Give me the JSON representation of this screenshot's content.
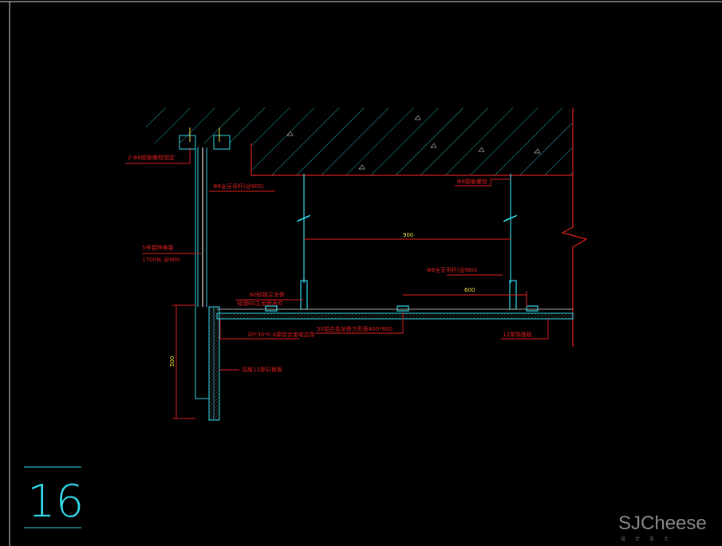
{
  "drawing": {
    "detail_number": "16",
    "labels": {
      "anchor_bolts": "2-Φ8膨胀螺栓固定",
      "rod_left": "Φ8全牙吊杆(@900)",
      "angle_steel": "5号镀锌角钢",
      "angle_steel_spec": "1700长 @900",
      "anchor_right": "Φ8膨胀螺栓",
      "rod_right": "Φ8全牙吊杆(@900)",
      "main_runner": "60轻钢主龙骨",
      "runner_hanger": "轻钢60主龙骨吊件",
      "edge_trim": "30*30*0.4厚铝合金收边条",
      "ceiling_panel": "50铝合金龙骨方形板400*600",
      "finish_board": "12厚饰面板",
      "gypsum_board": "双层12厚石膏板"
    },
    "dimensions": {
      "rod_spacing": "900",
      "runner_spacing": "600",
      "drop_height": "500"
    }
  },
  "watermark": {
    "brand": "SJCheese",
    "sub": "设计芝士"
  },
  "colors": {
    "background": "#000000",
    "red": "#e02020",
    "cyan": "#30d8e8",
    "yellow": "#f0e040"
  }
}
